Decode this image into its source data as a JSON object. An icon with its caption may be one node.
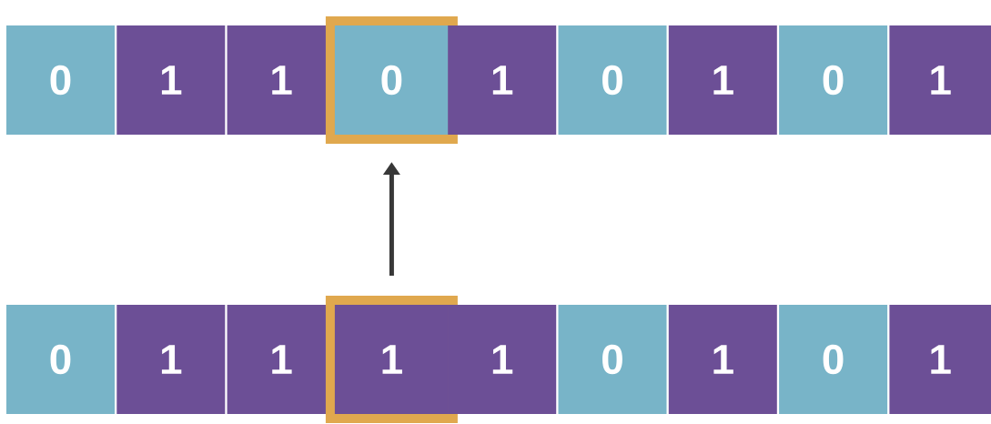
{
  "diagram": {
    "nodes": [
      {
        "text": [
          "0"
        ]
      },
      {
        "text": [
          "1"
        ]
      },
      {
        "text": [
          "1"
        ]
      },
      {
        "text": [
          "0"
        ]
      },
      {
        "text": [
          "1"
        ]
      },
      {
        "text": [
          "0"
        ]
      },
      {
        "text": [
          "1"
        ]
      },
      {
        "text": [
          "0"
        ]
      },
      {
        "text": [
          "1"
        ]
      },
      {
        "text": [
          "0"
        ]
      },
      {
        "text": [
          "1"
        ]
      },
      {
        "text": [
          "1"
        ]
      },
      {
        "text": [
          "1"
        ]
      },
      {
        "text": [
          "1"
        ]
      },
      {
        "text": [
          "0"
        ]
      },
      {
        "text": [
          "1"
        ]
      },
      {
        "text": [
          "0"
        ]
      },
      {
        "text": [
          "1"
        ]
      }
    ],
    "edges": [
      {
        "from": 12,
        "to": 3,
        "arrow": "to"
      }
    ]
  }
}
